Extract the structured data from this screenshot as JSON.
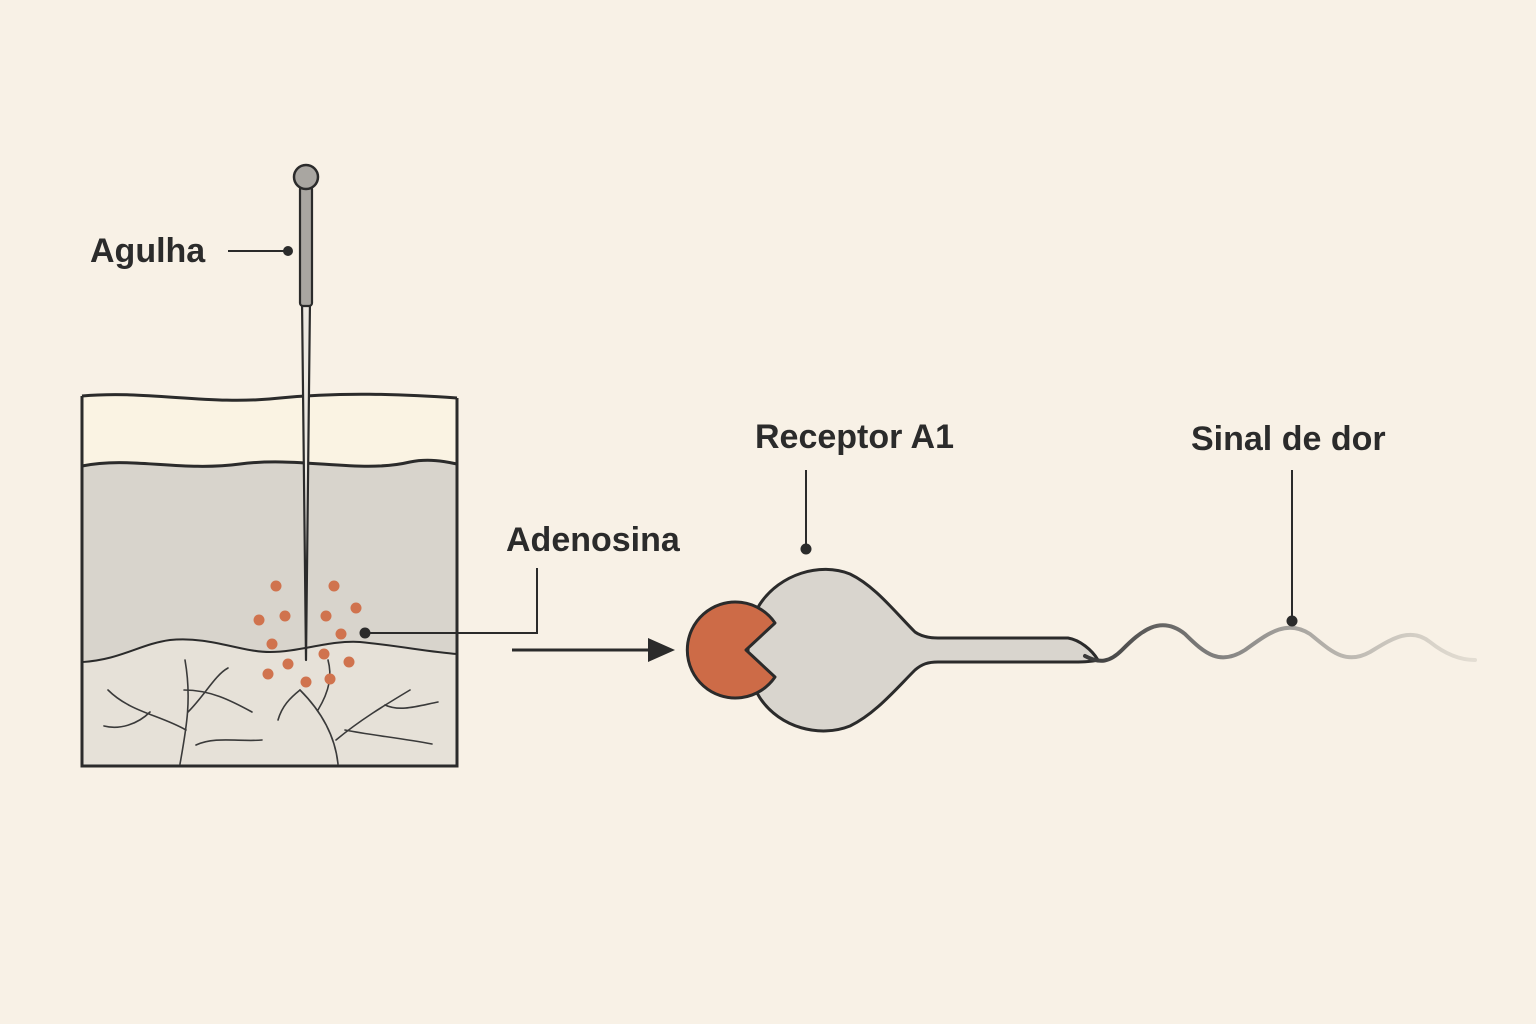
{
  "labels": {
    "needle": "Agulha",
    "adenosine": "Adenosina",
    "receptor": "Receptor A1",
    "pain_signal": "Sinal de dor"
  },
  "colors": {
    "background": "#f8f1e6",
    "stroke": "#2b2b2b",
    "tissue": "#d8d4cc",
    "skin_top": "#faf3e3",
    "dermis": "#e4dfd6",
    "adenosine_dot": "#d0734e",
    "receptor": "#cd6b47",
    "neuron": "#d9d5ce"
  },
  "icons": {
    "needle": "acupuncture-needle-icon",
    "receptor": "receptor-pacman-icon",
    "neuron": "neuron-icon"
  }
}
